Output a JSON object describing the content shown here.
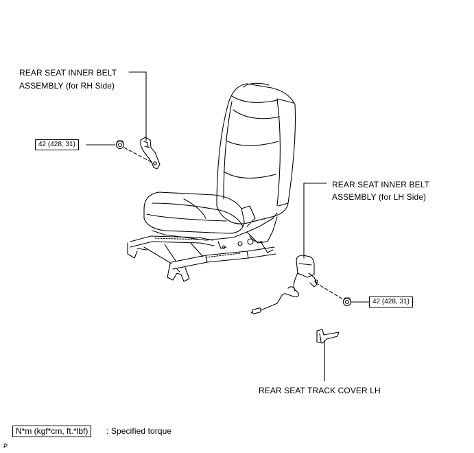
{
  "labels": {
    "rh_belt_line1": "REAR SEAT INNER BELT",
    "rh_belt_line2": "ASSEMBLY (for RH Side)",
    "lh_belt_line1": "REAR SEAT INNER BELT",
    "lh_belt_line2": "ASSEMBLY (for LH Side)",
    "track_cover": "REAR SEAT TRACK COVER LH"
  },
  "torque": {
    "rh": "42 (428, 31)",
    "lh": "42 (428, 31)"
  },
  "legend": {
    "unit_box": "N*m (kgf*cm, ft.*lbf)",
    "description": ": Specified torque"
  },
  "corner_mark": "P",
  "colors": {
    "line": "#000000",
    "background": "#ffffff"
  }
}
